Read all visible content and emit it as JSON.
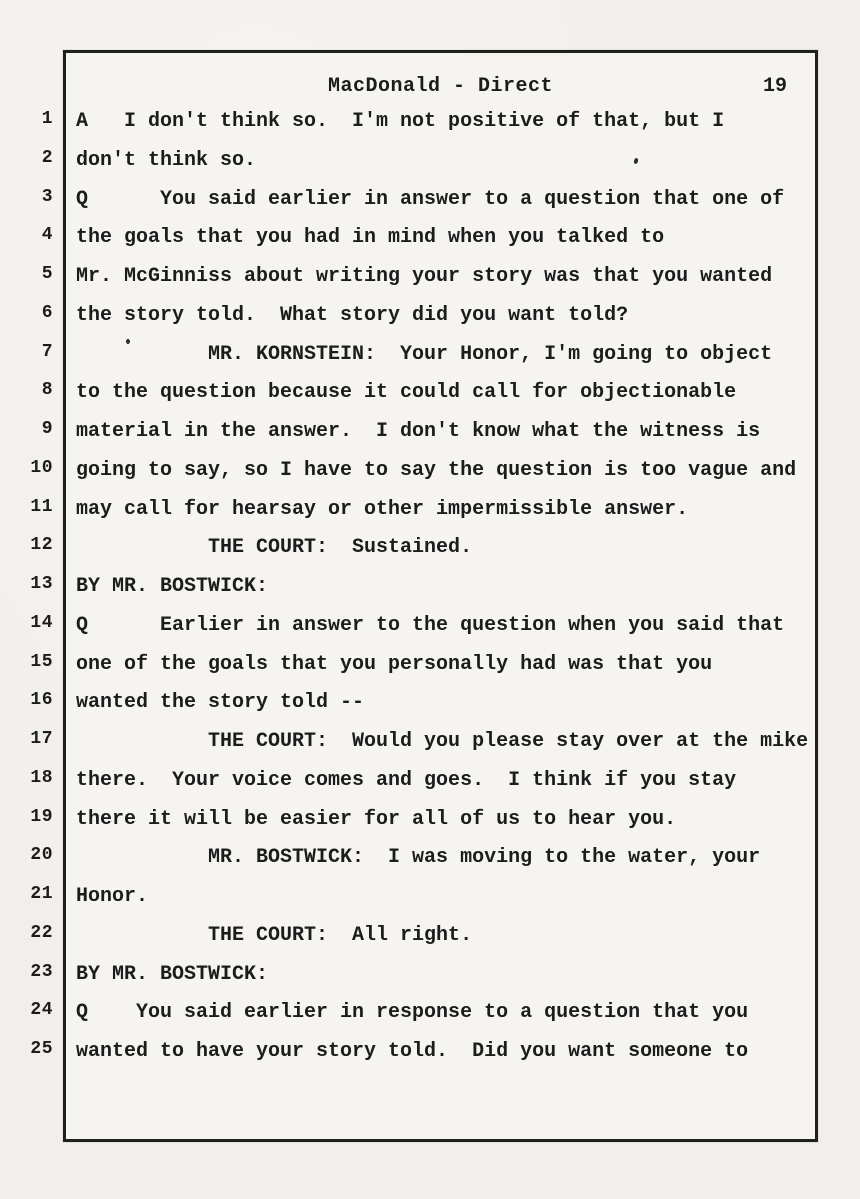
{
  "document": {
    "header": {
      "title": "MacDonald - Direct",
      "page_number": "19"
    },
    "lines": [
      {
        "num": "1",
        "text": "A   I don't think so.  I'm not positive of that, but I"
      },
      {
        "num": "2",
        "text": "don't think so."
      },
      {
        "num": "3",
        "text": "Q      You said earlier in answer to a question that one of"
      },
      {
        "num": "4",
        "text": "the goals that you had in mind when you talked to"
      },
      {
        "num": "5",
        "text": "Mr. McGinniss about writing your story was that you wanted"
      },
      {
        "num": "6",
        "text": "the story told.  What story did you want told?"
      },
      {
        "num": "7",
        "text": "           MR. KORNSTEIN:  Your Honor, I'm going to object"
      },
      {
        "num": "8",
        "text": "to the question because it could call for objectionable"
      },
      {
        "num": "9",
        "text": "material in the answer.  I don't know what the witness is"
      },
      {
        "num": "10",
        "text": "going to say, so I have to say the question is too vague and"
      },
      {
        "num": "11",
        "text": "may call for hearsay or other impermissible answer."
      },
      {
        "num": "12",
        "text": "           THE COURT:  Sustained."
      },
      {
        "num": "13",
        "text": "BY MR. BOSTWICK:"
      },
      {
        "num": "14",
        "text": "Q      Earlier in answer to the question when you said that"
      },
      {
        "num": "15",
        "text": "one of the goals that you personally had was that you"
      },
      {
        "num": "16",
        "text": "wanted the story told --"
      },
      {
        "num": "17",
        "text": "           THE COURT:  Would you please stay over at the mike"
      },
      {
        "num": "18",
        "text": "there.  Your voice comes and goes.  I think if you stay"
      },
      {
        "num": "19",
        "text": "there it will be easier for all of us to hear you."
      },
      {
        "num": "20",
        "text": "           MR. BOSTWICK:  I was moving to the water, your"
      },
      {
        "num": "21",
        "text": "Honor."
      },
      {
        "num": "22",
        "text": "           THE COURT:  All right."
      },
      {
        "num": "23",
        "text": "BY MR. BOSTWICK:"
      },
      {
        "num": "24",
        "text": "Q    You said earlier in response to a question that you"
      },
      {
        "num": "25",
        "text": "wanted to have your story told.  Did you want someone to"
      }
    ]
  },
  "colors": {
    "ink": "#1c1c1c",
    "paper": "#f6f4f1",
    "background": "#f1eeeb"
  }
}
